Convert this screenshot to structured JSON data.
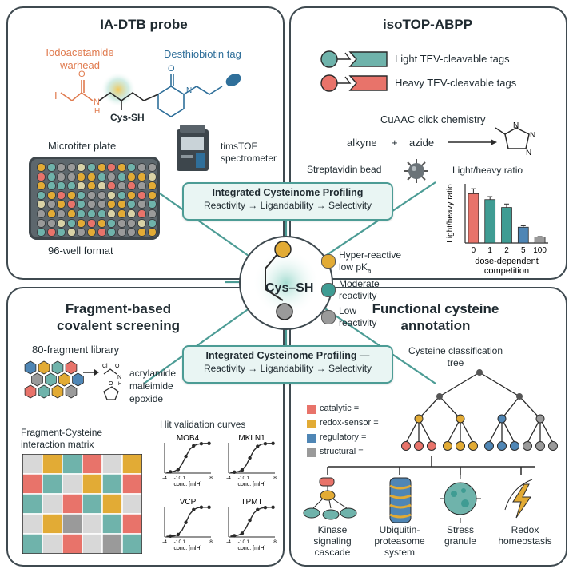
{
  "panels": {
    "top_left": {
      "title": "IA-DTB probe",
      "warhead_label": "Iodoacetamide\nwarhead",
      "tag_label": "Desthiobiotin tag",
      "cys_label": "Cys-SH",
      "iodine": "I",
      "atom_O": "O",
      "atom_N": "N",
      "atom_H": "H",
      "plate_label": "Microtiter plate",
      "plate_format": "96-well format",
      "instrument_label": "timsTOF\nspectrometer",
      "colors": {
        "warhead": "#e07b4f",
        "tag": "#2f6f9a"
      }
    },
    "top_right": {
      "title": "isoTOP-ABPP",
      "light_tags": "Light TEV-cleavable tags",
      "heavy_tags": "Heavy TEV-cleavable tags",
      "click_title": "CuAAC click chemistry",
      "alkyne": "alkyne",
      "plus": "+",
      "azide": "azide",
      "triazole_N": "N",
      "bead_label": "Streptavidin bead",
      "ratio_title": "Light/heavy ratio"
    },
    "center": {
      "banner_top_line1": "Integrated Cysteinome Profiling",
      "banner_top_line2": "Reactivity → Ligandability → Selectivity",
      "banner_bottom_line1": "Integrated Cysteinome Profiling —",
      "banner_bottom_line2": "Reactivity → Ligandability → Selectivity",
      "cys_label": "Cys–SH",
      "legend": [
        {
          "line1": "Hyper-reactive",
          "line2": "low pK",
          "sub": "a",
          "color": "#e2ab35"
        },
        {
          "line1": "Moderate",
          "line2": "reactivity",
          "sub": "",
          "color": "#3f9c93"
        },
        {
          "line1": "Low",
          "line2": "reactivity",
          "sub": "",
          "color": "#9a9a9a"
        }
      ]
    },
    "bottom_left": {
      "title": "Fragment-based\ncovalent screening",
      "library_label": "80-fragment library",
      "warheads": [
        "acrylamide",
        "maleimide",
        "epoxide"
      ],
      "atom_Cl": "Cl",
      "atom_O": "O",
      "atom_N": "N",
      "atom_H": "H",
      "matrix_label": "Fragment-Cysteine\ninteraction matrix",
      "curves_title": "Hit validation curves",
      "curves": [
        {
          "name": "MOB4",
          "xlabel": "conc. [mlH]"
        },
        {
          "name": "MKLN1",
          "xlabel": "conc. [mlH]"
        },
        {
          "name": "VCP",
          "xlabel": "conc. [mlH]"
        },
        {
          "name": "TPMT",
          "xlabel": "conc. [mlH]"
        }
      ],
      "curve_ticks": [
        "-4",
        "-1",
        "0",
        "1",
        "8"
      ]
    },
    "bottom_right": {
      "title": "Functional cysteine\nannotation",
      "tree_title": "Cysteine classification\ntree",
      "categories": [
        {
          "label": "catalytic =",
          "color": "#e8736a"
        },
        {
          "label": "redox-sensor =",
          "color": "#e2ab35"
        },
        {
          "label": "regulatory =",
          "color": "#4f86b5"
        },
        {
          "label": "structural =",
          "color": "#9a9a9a"
        }
      ],
      "systems": [
        "Kinase\nsignaling\ncascade",
        "Ubiquitin-\nproteasome\nsystem",
        "Stress\ngranule",
        "Redox\nhomeostasis"
      ]
    }
  },
  "chart_data": [
    {
      "type": "bar",
      "title": "",
      "ylabel": "Light/heavy ratio",
      "xlabel": "dose-dependent\ncompetition",
      "categories": [
        "0",
        "1",
        "2",
        "5",
        "100"
      ],
      "values": [
        1.0,
        0.88,
        0.72,
        0.32,
        0.12
      ],
      "error": [
        0.1,
        0.06,
        0.07,
        0.03,
        0.01
      ],
      "ylim": [
        0,
        1.2
      ],
      "colors": [
        "#e8736a",
        "#3f9c93",
        "#3f9c93",
        "#4f86b5",
        "#9a9a9a"
      ]
    },
    {
      "type": "line",
      "title": "Hit validation curves",
      "xlabel": "conc. [mlH]",
      "x_ticks": [
        -4,
        -1,
        0,
        1,
        8
      ],
      "series": [
        {
          "name": "MOB4",
          "x": [
            -3.5,
            -2.5,
            -1.5,
            -0.5,
            0.5,
            1.5,
            2.5,
            3.5,
            4.5,
            5.5,
            6.5,
            7.5
          ],
          "y": [
            0.03,
            0.04,
            0.06,
            0.12,
            0.3,
            0.55,
            0.78,
            0.9,
            0.95,
            0.97,
            0.98,
            0.98
          ]
        },
        {
          "name": "MKLN1",
          "x": [
            -3.5,
            -2.5,
            -1.5,
            -0.5,
            0.5,
            1.5,
            2.5,
            3.5,
            4.5,
            5.5,
            6.5,
            7.5
          ],
          "y": [
            0.03,
            0.03,
            0.05,
            0.1,
            0.25,
            0.5,
            0.74,
            0.88,
            0.95,
            0.97,
            0.98,
            0.98
          ]
        },
        {
          "name": "VCP",
          "x": [
            -3.5,
            -2.5,
            -1.5,
            -0.5,
            0.5,
            1.5,
            2.5,
            3.5,
            4.5,
            5.5,
            6.5,
            7.5
          ],
          "y": [
            0.02,
            0.03,
            0.04,
            0.08,
            0.22,
            0.48,
            0.75,
            0.9,
            0.96,
            0.98,
            0.98,
            0.98
          ]
        },
        {
          "name": "TPMT",
          "x": [
            -3.5,
            -2.5,
            -1.5,
            -0.5,
            0.5,
            1.5,
            2.5,
            3.5,
            4.5,
            5.5,
            6.5,
            7.5
          ],
          "y": [
            0.03,
            0.04,
            0.06,
            0.12,
            0.3,
            0.55,
            0.78,
            0.9,
            0.95,
            0.97,
            0.98,
            0.98
          ]
        }
      ]
    },
    {
      "type": "heatmap",
      "title": "Fragment-Cysteine\ninteraction matrix",
      "rows": 5,
      "cols": 6,
      "cells": [
        [
          "#d8d8d8",
          "#e2ab35",
          "#6fb3ab",
          "#e8736a",
          "#d8d8d8",
          "#e2ab35"
        ],
        [
          "#e8736a",
          "#6fb3ab",
          "#d8d8d8",
          "#e2ab35",
          "#6fb3ab",
          "#e8736a"
        ],
        [
          "#6fb3ab",
          "#d8d8d8",
          "#e8736a",
          "#6fb3ab",
          "#e2ab35",
          "#d8d8d8"
        ],
        [
          "#d8d8d8",
          "#e2ab35",
          "#9a9a9a",
          "#d8d8d8",
          "#6fb3ab",
          "#e8736a"
        ],
        [
          "#6fb3ab",
          "#d8d8d8",
          "#e8736a",
          "#d8d8d8",
          "#9a9a9a",
          "#6fb3ab"
        ]
      ]
    }
  ]
}
